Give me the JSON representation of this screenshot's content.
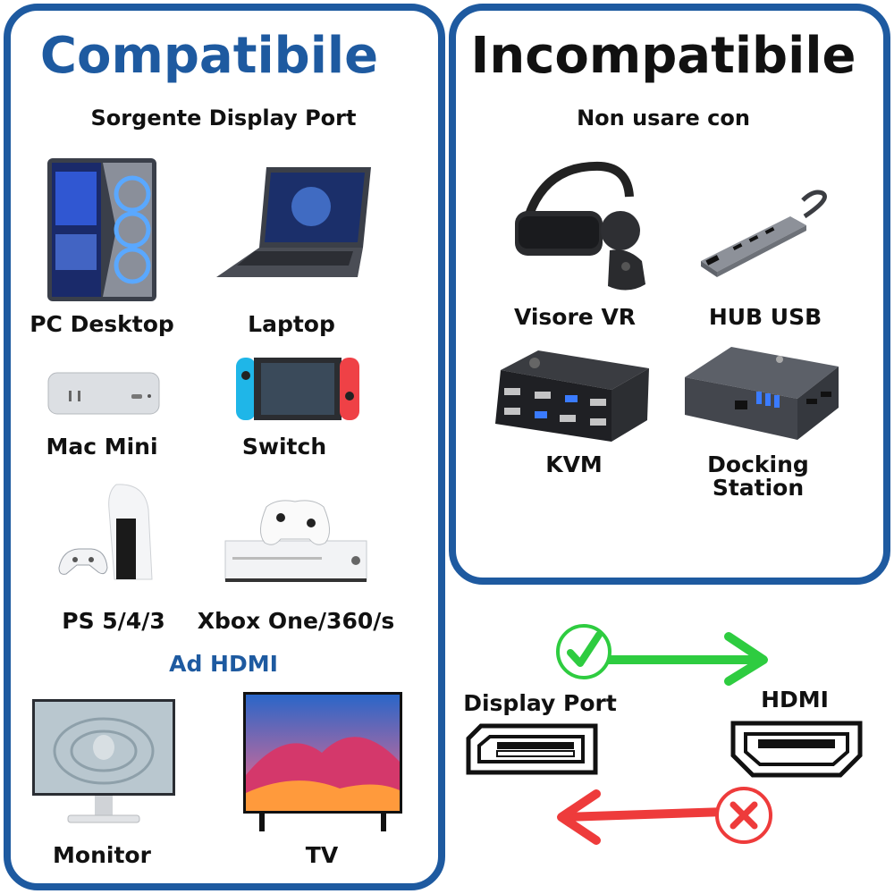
{
  "left": {
    "title": "Compatibile",
    "subtitle": "Sorgente Display Port",
    "devices": [
      {
        "label": "PC Desktop",
        "icon": "desktop-pc-icon"
      },
      {
        "label": "Laptop",
        "icon": "laptop-icon"
      },
      {
        "label": "Mac Mini",
        "icon": "mac-mini-icon"
      },
      {
        "label": "Switch",
        "icon": "nintendo-switch-icon"
      },
      {
        "label": "PS 5/4/3",
        "icon": "playstation-icon"
      },
      {
        "label": "Xbox One/360/s",
        "icon": "xbox-icon"
      }
    ],
    "section_label": "Ad HDMI",
    "displays": [
      {
        "label": "Monitor",
        "icon": "monitor-icon"
      },
      {
        "label": "TV",
        "icon": "tv-icon"
      }
    ]
  },
  "right": {
    "title": "Incompatibile",
    "subtitle": "Non usare con",
    "devices": [
      {
        "label": "Visore VR",
        "icon": "vr-headset-icon"
      },
      {
        "label": "HUB USB",
        "icon": "usb-hub-icon"
      },
      {
        "label": "KVM",
        "icon": "kvm-switch-icon"
      },
      {
        "label": "Docking",
        "icon": "docking-station-icon"
      },
      {
        "label": "Station",
        "icon": "docking-station-icon"
      }
    ]
  },
  "diagram": {
    "source_label": "Display Port",
    "target_label": "HDMI",
    "forward_status": "check-icon",
    "reverse_status": "cross-icon",
    "colors": {
      "panel_border": "#1e5aa0",
      "ok": "#2ecc40",
      "bad": "#ee3b3b"
    }
  }
}
